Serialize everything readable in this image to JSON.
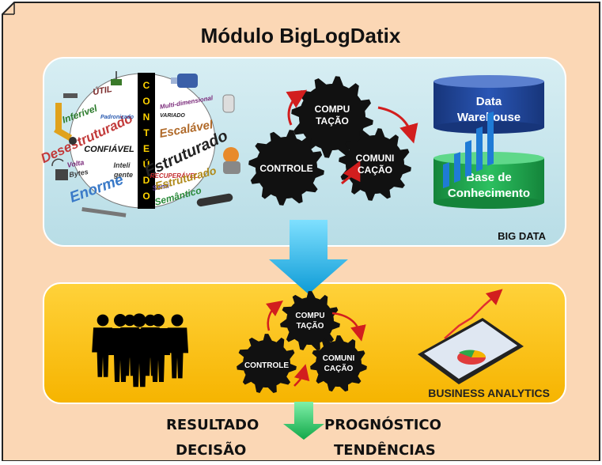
{
  "title": "Módulo BigLogDatix",
  "big_data": {
    "label": "BIG DATA",
    "conteudo_letters": [
      "C",
      "O",
      "N",
      "T",
      "E",
      "Ú",
      "D",
      "O"
    ],
    "word_cloud": [
      "ÚTIL",
      "Inferível",
      "Desestruturado",
      "Padronizado",
      "CONFIÁVEL",
      "Volta",
      "Bytes",
      "Inteli",
      "gente",
      "Enorme",
      "Multi-dimensional",
      "VARIADO",
      "Escalável",
      "Estruturado",
      "RECUPERÁVEL",
      "Semi-",
      "Estruturado",
      "Semântico"
    ],
    "gears": {
      "computacao": [
        "COMPU",
        "TAÇÃO"
      ],
      "controle": "CONTROLE",
      "comunicacao": [
        "COMUNI",
        "CAÇÃO"
      ]
    },
    "data_warehouse": [
      "Data",
      "Warehouse"
    ],
    "base_conhecimento": [
      "Base de",
      "Conhecimento"
    ]
  },
  "business": {
    "label": "BUSINESS ANALYTICS",
    "gears": {
      "computacao": [
        "COMPU",
        "TAÇÃO"
      ],
      "controle": "CONTROLE",
      "comunicacao": [
        "COMUNI",
        "CAÇÃO"
      ]
    }
  },
  "outputs": {
    "resultado": "RESULTADO",
    "decisao": "DECISÃO",
    "prognostico": "PROGNÓSTICO",
    "tendencias": "TENDÊNCIAS"
  },
  "colors": {
    "outer_bg": "#fbd7b5",
    "big_data_panel": "#c6e6ec",
    "business_panel": "#fcc10a",
    "gear": "#111111",
    "db_blue": "#1d3f8f",
    "db_green": "#1ea04a",
    "arrow_blue": "#16b4ec",
    "arrow_green": "#2fd06c",
    "red_arrow": "#d21e1e"
  }
}
